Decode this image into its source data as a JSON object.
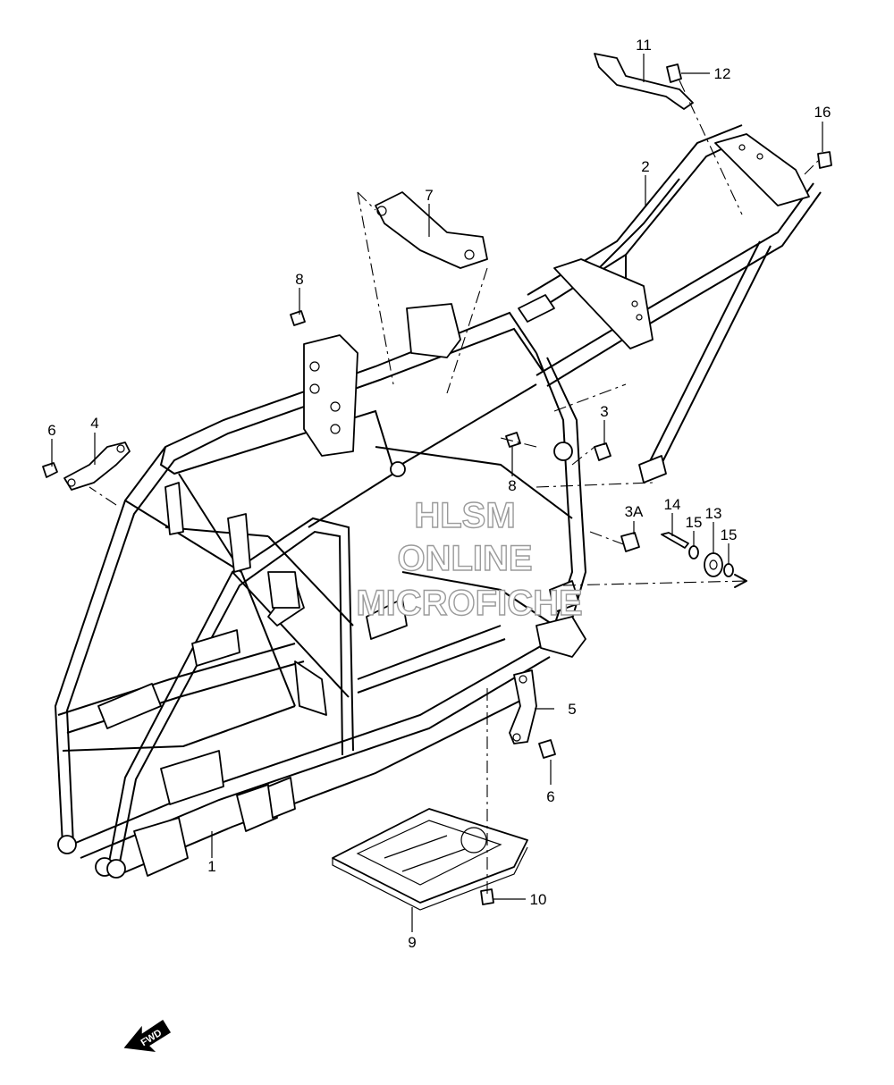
{
  "callouts": {
    "c1": "1",
    "c2": "2",
    "c3": "3",
    "c3a": "3A",
    "c4": "4",
    "c5": "5",
    "c6a": "6",
    "c6b": "6",
    "c7": "7",
    "c8a": "8",
    "c8b": "8",
    "c9": "9",
    "c10": "10",
    "c11": "11",
    "c12": "12",
    "c13": "13",
    "c14": "14",
    "c15a": "15",
    "c15b": "15",
    "c16": "16"
  },
  "watermark": {
    "line1": "HLSM",
    "line2": "ONLINE",
    "line3": "MICROFICHE"
  },
  "fwd_label": "FWD",
  "colors": {
    "line": "#000000",
    "watermark_stroke": "#9a9a9a",
    "background": "#ffffff"
  }
}
